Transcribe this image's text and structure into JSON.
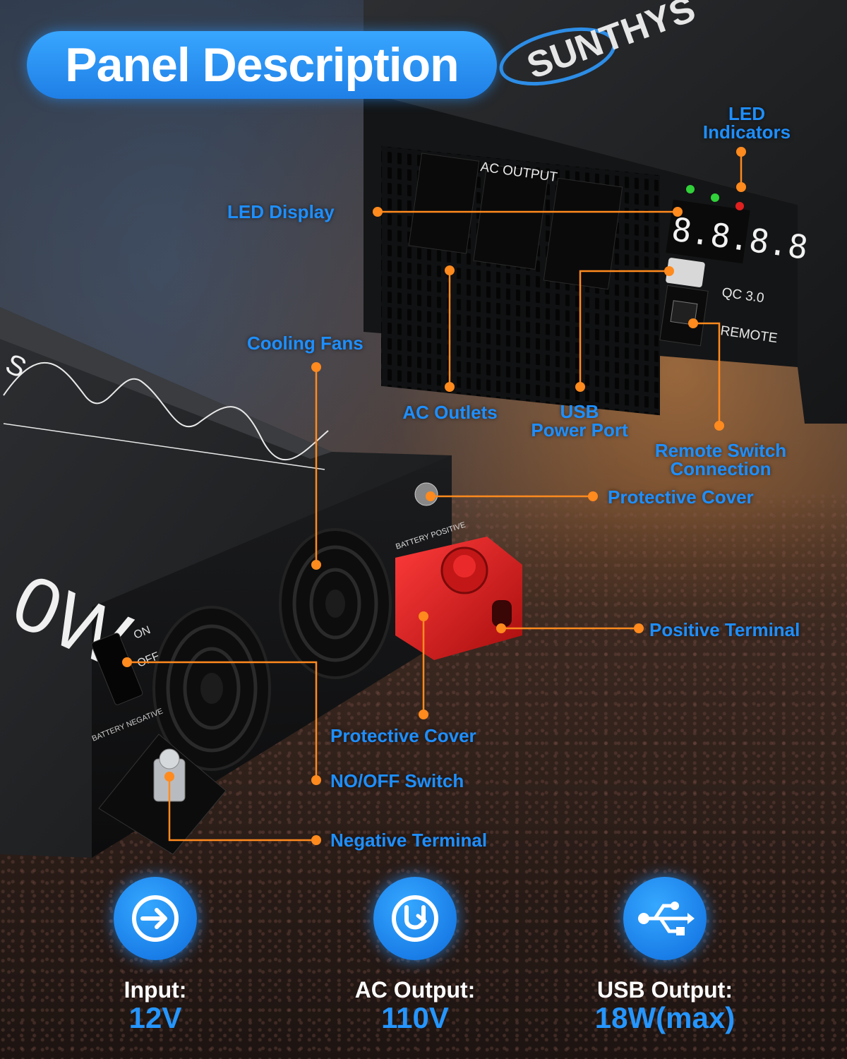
{
  "title": "Panel Description",
  "colors": {
    "accent": "#1e8fff",
    "leader": "#ff8a1e",
    "terminal_red": "#d81c1c"
  },
  "device_labels": {
    "brand": "SUNTHYS",
    "ac_output": "AC OUTPUT",
    "display": "8.8.8.8",
    "qc": "QC 3.0",
    "remote": "REMOTE",
    "on": "ON",
    "off": "OFF",
    "battery_positive": "BATTERY POSITIVE",
    "battery_negative": "BATTERY NEGATIVE",
    "wattage": "0W",
    "wattage_prefix": "S"
  },
  "callouts": {
    "led_indicators": "LED Indicators",
    "led_display": "LED Display",
    "cooling_fans": "Cooling Fans",
    "ac_outlets": "AC Outlets",
    "usb_power_port_line1": "USB",
    "usb_power_port_line2": "Power Port",
    "remote_switch_line1": "Remote Switch",
    "remote_switch_line2": "Connection",
    "protective_cover_top": "Protective Cover",
    "positive_terminal": "Positive Terminal",
    "protective_cover_bottom": "Protective Cover",
    "on_off_switch": "NO/OFF Switch",
    "negative_terminal": "Negative Terminal"
  },
  "specs": [
    {
      "label": "Input:",
      "value": "12V",
      "icon": "input-arrow-icon"
    },
    {
      "label": "AC Output:",
      "value": "110V",
      "icon": "ac-output-icon"
    },
    {
      "label": "USB Output:",
      "value": "18W(max)",
      "icon": "usb-icon"
    }
  ]
}
